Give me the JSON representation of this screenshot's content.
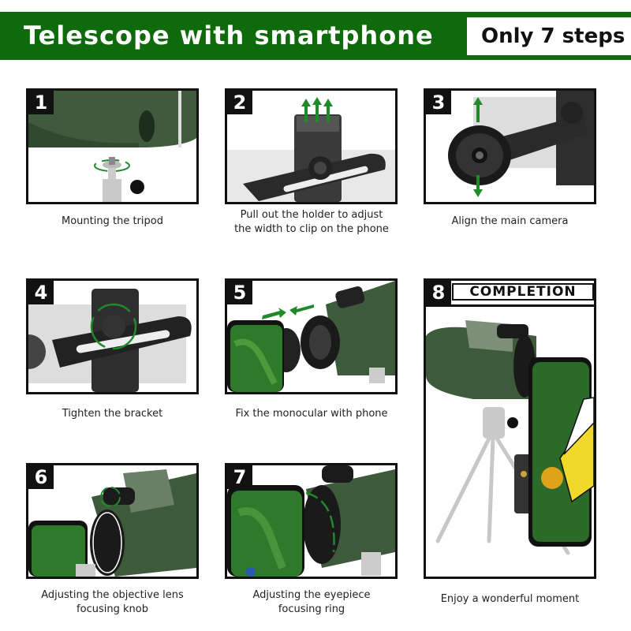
{
  "header": {
    "title": "Telescope with smartphone",
    "badge": "Only 7 steps",
    "background_color": "#0e6a0a"
  },
  "steps": [
    {
      "number": "1",
      "caption": "Mounting the tripod"
    },
    {
      "number": "2",
      "caption_line1": "Pull out the holder to adjust",
      "caption_line2": "the width to clip on the phone"
    },
    {
      "number": "3",
      "caption": "Align the main camera"
    },
    {
      "number": "4",
      "caption": "Tighten the bracket"
    },
    {
      "number": "5",
      "caption": "Fix the monocular with phone"
    },
    {
      "number": "6",
      "caption_line1": "Adjusting the objective lens",
      "caption_line2": "focusing knob"
    },
    {
      "number": "7",
      "caption_line1": "Adjusting the eyepiece",
      "caption_line2": "focusing ring"
    },
    {
      "number": "8",
      "label": "COMPLETION",
      "caption": "Enjoy a wonderful moment"
    }
  ],
  "colors": {
    "accent_green": "#1f8a2a",
    "monocular_green": "#3d5a3a",
    "border": "#111111"
  }
}
